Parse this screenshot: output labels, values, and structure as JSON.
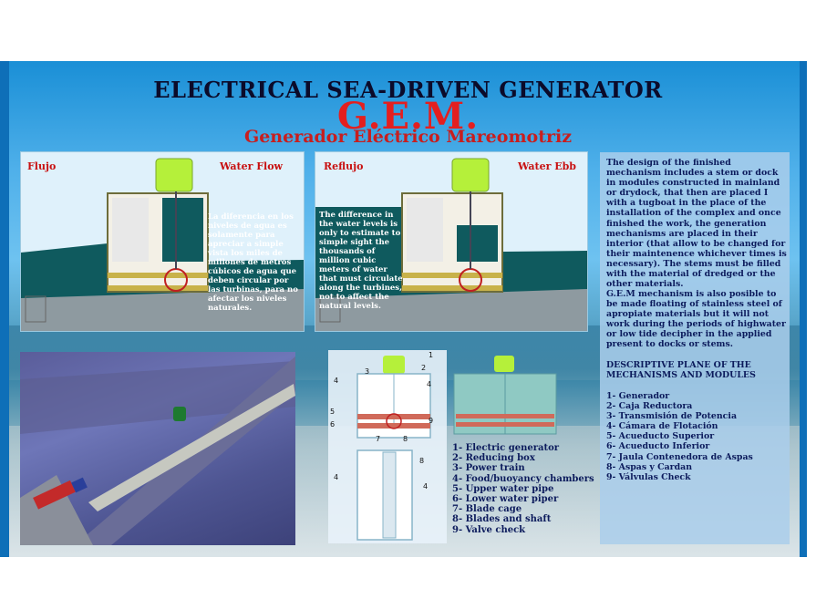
{
  "title": {
    "line1": "ELECTRICAL SEA-DRIVEN GENERATOR",
    "line2": "G.E.M.",
    "line3": "Generador Eléctrico Mareomotriz"
  },
  "left_panel": {
    "label_es": "Flujo",
    "label_en": "Water Flow",
    "note": "La diferencia en los niveles de agua es solamente para apreciar a simple vista los miles de millones de metros cúbicos de agua que deben circular por las turbinas, para no afectar los niveles naturales."
  },
  "right_panel": {
    "label_es": "Reflujo",
    "label_en": "Water Ebb",
    "note": "The difference in the water levels is only to estimate to simple sight the thousands of million cubic meters of water that must circulate along the turbines, not to affect the natural levels."
  },
  "description": {
    "para1": "The design of the finished mechanism includes a stem or dock in modules constructed in mainland or drydock, that then are placed I with a tugboat in the place of the installation of the complex and once finished the work, the generation mechanisms are placed in their interior (that allow to be changed for their maintenence whichever times is necessary). The stems must be filled with the material of dredged or the other materials.",
    "para2": "G.E.M mechanism is also posible to be made floating of stainless steel of apropiate materials but it will not work during the periods of highwater or low tide decipher in the applied present to docks or stems.",
    "heading": "DESCRIPTIVE PLANE OF THE MECHANISMS AND MODULES",
    "items_es": [
      "1- Generador",
      "2- Caja Reductora",
      "3- Transmisión de Potencia",
      "4- Cámara de Flotación",
      "5- Acueducto Superior",
      "6- Acueducto Inferior",
      "7- Jaula Contenedora de Aspas",
      "8- Aspas y Cardan",
      "9- Válvulas Check"
    ]
  },
  "legend_en": [
    "1- Electric generator",
    "2- Reducing box",
    "3- Power train",
    "4- Food/buoyancy chambers",
    "5- Upper water pipe",
    "6- Lower water piper",
    "7- Blade cage",
    "8- Blades and shaft",
    "9- Valve check"
  ],
  "callouts": {
    "n1": "1",
    "n2": "2",
    "n3": "3",
    "n4": "4",
    "n5": "5",
    "n6": "6",
    "n7": "7",
    "n8": "8",
    "n9": "9"
  },
  "colors": {
    "title_dark": "#0b0b2a",
    "title_red": "#e41f1f",
    "text_navy": "#0c1b5c",
    "water_teal": "#0f5e62",
    "generator_green": "#b5f03a"
  }
}
